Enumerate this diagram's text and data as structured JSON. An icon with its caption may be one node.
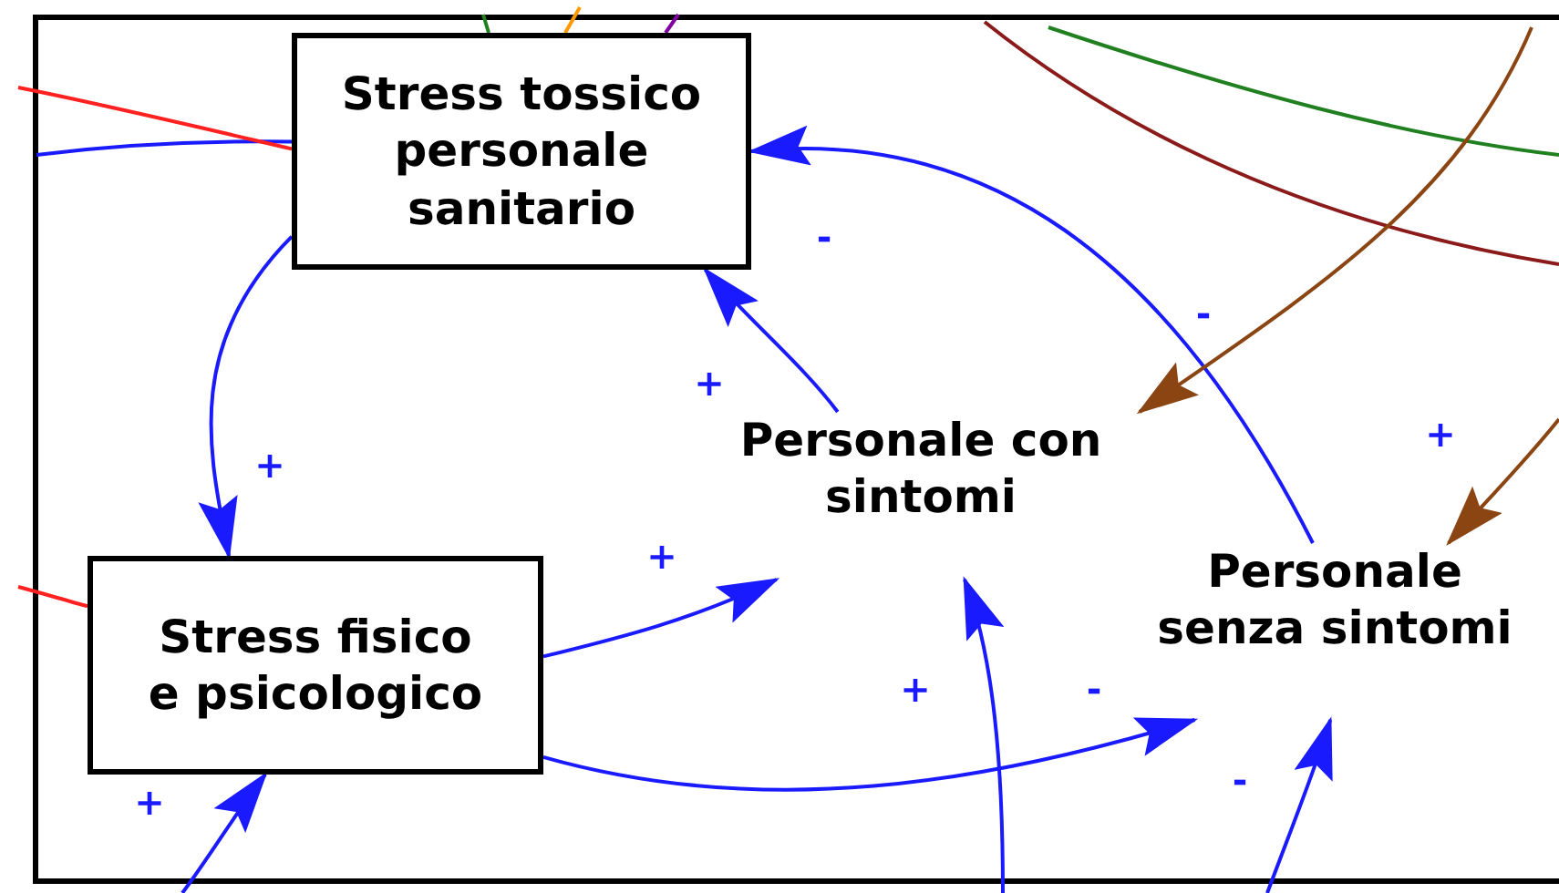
{
  "diagram": {
    "nodes": [
      {
        "text": [
          "Stress tossico personale sanitario"
        ]
      },
      {
        "text": [
          "Stress fisico e psicologico"
        ]
      },
      {
        "text": [
          "Personale con sintomi"
        ]
      },
      {
        "text": [
          "Personale senza sintomi"
        ]
      }
    ],
    "edges": [
      {
        "from": 0,
        "to": 1,
        "arrow": "to",
        "label": "+"
      },
      {
        "from": 1,
        "to": 2,
        "arrow": "to",
        "label": "+"
      },
      {
        "from": 2,
        "to": 0,
        "arrow": "to",
        "label": "+"
      },
      {
        "from": 3,
        "to": 0,
        "arrow": "to",
        "label": "-"
      },
      {
        "from": 1,
        "to": 3,
        "arrow": "to",
        "label": "-"
      },
      {
        "from": null,
        "to": 1,
        "arrow": "to",
        "label": "+"
      },
      {
        "from": null,
        "to": 2,
        "arrow": "to",
        "label": "+"
      },
      {
        "from": null,
        "to": 3,
        "arrow": "to",
        "label": "-"
      },
      {
        "from": null,
        "to": 2,
        "arrow": "to",
        "label": "-",
        "color": "#8b4513"
      },
      {
        "from": null,
        "to": 3,
        "arrow": "to",
        "label": "+",
        "color": "#8b4513"
      },
      {
        "from": null,
        "to": 0,
        "arrow": "none"
      },
      {
        "from": null,
        "to": 0,
        "arrow": "none",
        "color": "#ff2020"
      },
      {
        "from": null,
        "to": 1,
        "arrow": "none",
        "color": "#ff2020"
      }
    ]
  }
}
